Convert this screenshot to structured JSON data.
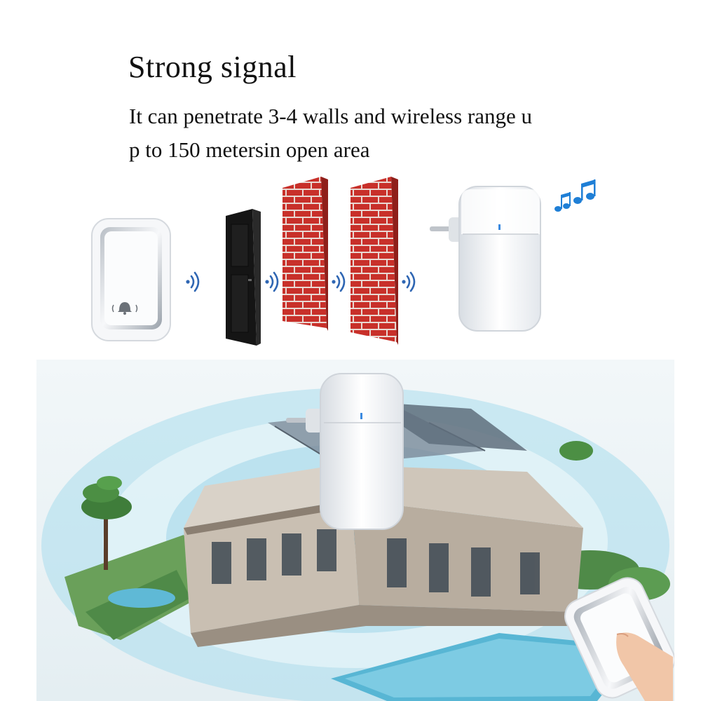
{
  "heading": {
    "title": "Strong signal",
    "subtitle_line1": "It can penetrate 3-4 walls and wireless range u",
    "subtitle_line2": "p to 150 metersin open area"
  },
  "colors": {
    "brick": "#c8302a",
    "mortar": "#e9d8d2",
    "door": "#161616",
    "signal": "#2f66b3",
    "note": "#1f7fd6",
    "coverage_outer": "#a9dcec",
    "coverage_inner": "#1d9fd8",
    "device_body": "#f4f6f8"
  },
  "icons": {
    "transmitter": "doorbell-button-icon",
    "bell": "bell-icon",
    "door": "door-icon",
    "wall": "brick-wall-icon",
    "receiver": "plug-in-receiver-icon",
    "music": "music-notes-icon",
    "signal": "wireless-signal-icon",
    "house": "house-illustration",
    "hand": "pressing-hand-icon"
  }
}
